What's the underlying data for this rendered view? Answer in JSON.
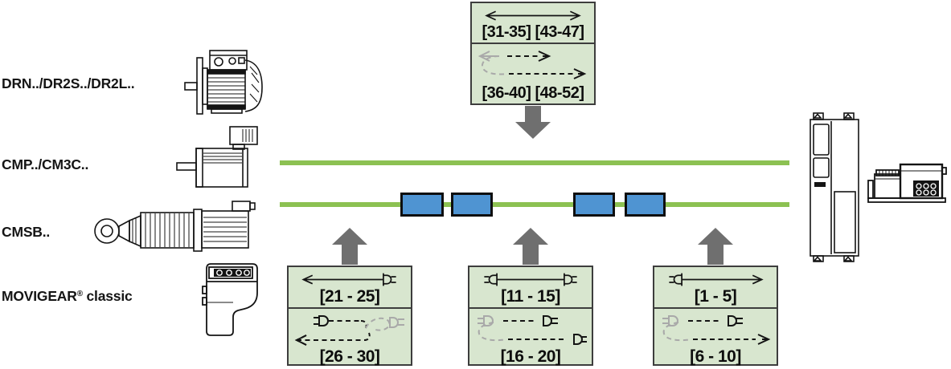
{
  "motor_labels": {
    "motor1": "DRN../DR2S../DR2L..",
    "motor2": "CMP../CM3C..",
    "motor3": "CMSB..",
    "motor4_name": "MOVIGEAR",
    "motor4_reg": "®",
    "motor4_suffix": " classic"
  },
  "cable_groups": {
    "top": {
      "row1": {
        "range": "[31-35] [43-47]",
        "icon": "cable-open-wire-ends-both-icon"
      },
      "row2": {
        "range": "[36-40] [48-52]",
        "icon": "cable-extension-open-wire-ends-icon"
      }
    },
    "box1": {
      "row1": {
        "range": "[21 - 25]",
        "icon": "cable-wire-end-to-plug-icon"
      },
      "row2": {
        "range": "[26 - 30]",
        "icon": "cable-extension-wire-end-to-plug-icon"
      }
    },
    "box2": {
      "row1": {
        "range": "[11 - 15]",
        "icon": "cable-plug-to-plug-icon"
      },
      "row2": {
        "range": "[16 - 20]",
        "icon": "cable-extension-plug-to-plug-icon"
      }
    },
    "box3": {
      "row1": {
        "range": "[1 - 5]",
        "icon": "cable-plug-to-wire-end-icon"
      },
      "row2": {
        "range": "[6 - 10]",
        "icon": "cable-extension-plug-to-wire-end-icon"
      }
    }
  },
  "colors": {
    "box_fill": "#d8e6cf",
    "box_border": "#3d3d3d",
    "network_line_green": "#8cc152",
    "connector_blue": "#4f94d2",
    "arrow_gray": "#6f6f6f",
    "icon_gray": "#a9a9a9",
    "ink": "#141414"
  }
}
